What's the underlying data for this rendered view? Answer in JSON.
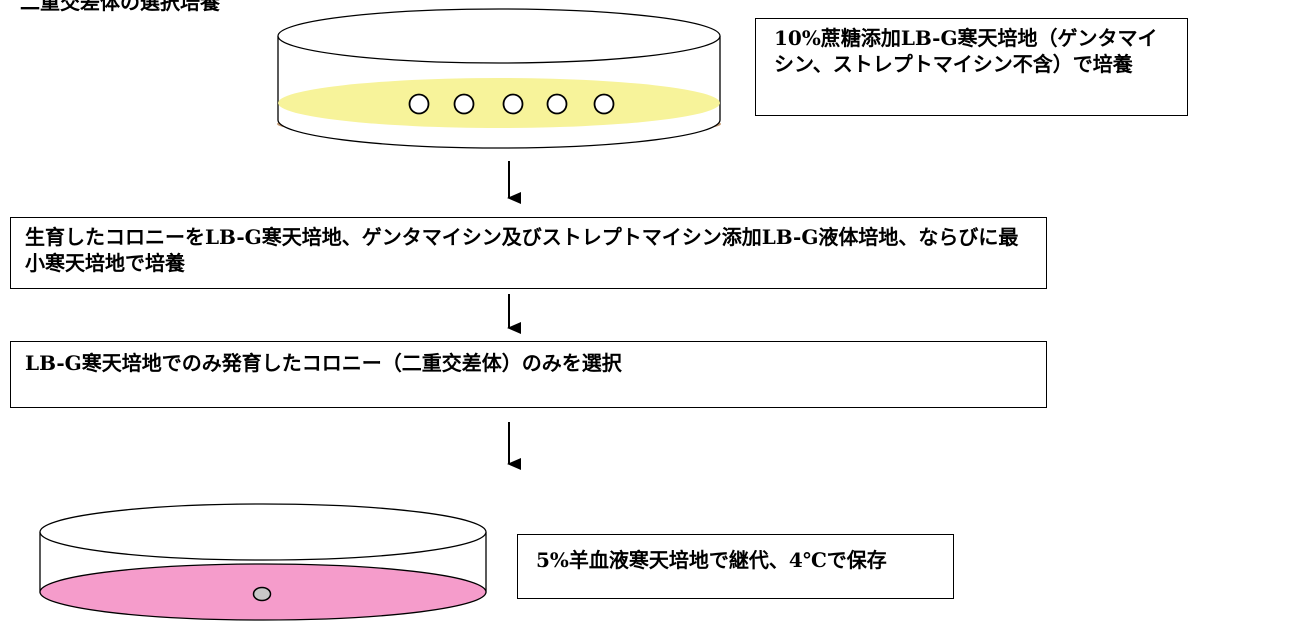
{
  "heading": "二重交差体の選択培養",
  "steps": [
    {
      "text": "10%蔗糖添加LB-G寒天培地（ゲンタマイシン、ストレプトマイシン不含）で培養"
    },
    {
      "text": "生育したコロニーをLB-G寒天培地、ゲンタマイシン及びストレプトマイシン添加LB-G液体培地、ならびに最小寒天培地で培養"
    },
    {
      "text": "LB-G寒天培地でのみ発育したコロニー（二重交差体）のみを選択"
    },
    {
      "text": "5%羊血液寒天培地で継代、4℃で保存"
    }
  ],
  "colors": {
    "agar_yellow": "#f7f39a",
    "dish_rim_brown": "#c39a72",
    "blood_agar_pink": "#f59ccb",
    "colony_gray": "#c8c8c8",
    "line": "#000000"
  },
  "icons": {
    "arrow": "down-arrow-icon",
    "dish": "petri-dish-icon",
    "colony": "colony-circle-icon"
  }
}
